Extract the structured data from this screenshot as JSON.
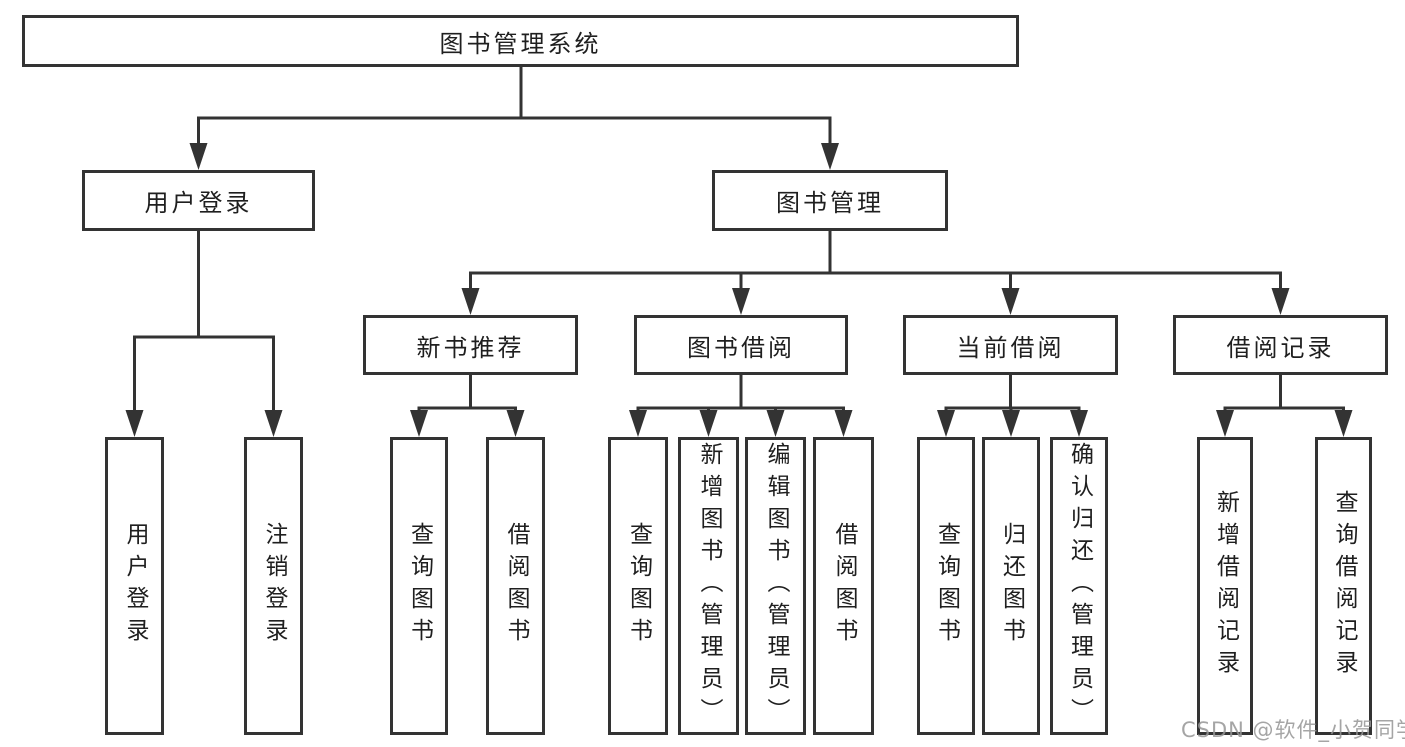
{
  "colors": {
    "line": "#333333",
    "border": "#333333",
    "text": "#1f1f1f",
    "box_bg": "#ffffff",
    "watermark": "#969696"
  },
  "watermark": "CSDN @软件_小贺同学",
  "nodes": {
    "root": "图书管理系统",
    "user_login": "用户登录",
    "book_mgmt": "图书管理",
    "new_book_rec": "新书推荐",
    "book_borrow": "图书借阅",
    "current_borrow": "当前借阅",
    "borrow_record": "借阅记录",
    "leaf_user_login": "用户登录",
    "leaf_logout": "注销登录",
    "leaf_query_book_1": "查询图书",
    "leaf_borrow_book_1": "借阅图书",
    "leaf_query_book_2": "查询图书",
    "leaf_add_book": "新增图书（管理员）",
    "leaf_edit_book": "编辑图书（管理员）",
    "leaf_borrow_book_2": "借阅图书",
    "leaf_query_book_3": "查询图书",
    "leaf_return_book": "归还图书",
    "leaf_confirm_return": "确认归还（管理员）",
    "leaf_add_record": "新增借阅记录",
    "leaf_query_record": "查询借阅记录"
  },
  "hierarchy": [
    {
      "parent": "图书管理系统",
      "children": [
        "用户登录",
        "图书管理"
      ]
    },
    {
      "parent": "用户登录",
      "children": [
        "用户登录",
        "注销登录"
      ]
    },
    {
      "parent": "图书管理",
      "children": [
        "新书推荐",
        "图书借阅",
        "当前借阅",
        "借阅记录"
      ]
    },
    {
      "parent": "新书推荐",
      "children": [
        "查询图书",
        "借阅图书"
      ]
    },
    {
      "parent": "图书借阅",
      "children": [
        "查询图书",
        "新增图书（管理员）",
        "编辑图书（管理员）",
        "借阅图书"
      ]
    },
    {
      "parent": "当前借阅",
      "children": [
        "查询图书",
        "归还图书",
        "确认归还（管理员）"
      ]
    },
    {
      "parent": "借阅记录",
      "children": [
        "新增借阅记录",
        "查询借阅记录"
      ]
    }
  ]
}
